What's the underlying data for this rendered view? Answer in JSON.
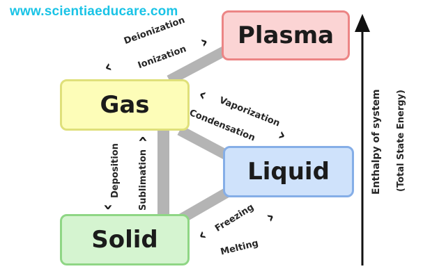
{
  "watermark": "www.scientiaeducare.com",
  "states": {
    "plasma": "Plasma",
    "gas": "Gas",
    "liquid": "Liquid",
    "solid": "Solid"
  },
  "transitions": {
    "deionization": "Deionization",
    "ionization": "Ionization",
    "vaporization": "Vaporization",
    "condensation": "Condensation",
    "deposition": "Deposition",
    "sublimation": "Sublimation",
    "freezing": "Freezing",
    "melting": "Melting"
  },
  "axis": {
    "line1": "Enthalpy of system",
    "line2": "(Total State Energy)"
  },
  "colors": {
    "plasma": "#fbd4d4",
    "gas": "#fdfdb8",
    "liquid": "#cfe2fb",
    "solid": "#d5f4d0",
    "watermark": "#19c3e6",
    "connector": "#b4b4b4"
  }
}
